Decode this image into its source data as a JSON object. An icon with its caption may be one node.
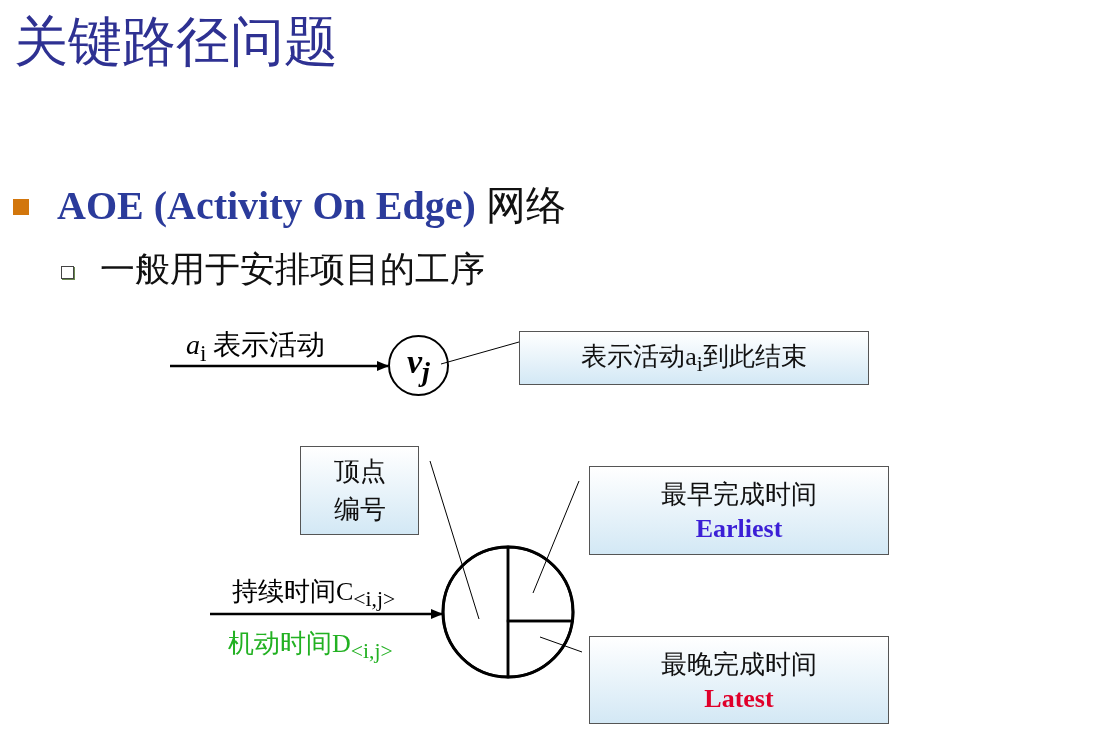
{
  "diagram": {
    "title": "关键路径问题",
    "nodes": [
      {
        "text": [
          "v$_{j}$"
        ]
      },
      {
        "text": [
          "表示活动a$_{i}$到此结束"
        ]
      },
      {
        "text": [
          "顶点编号"
        ]
      },
      {
        "text": [
          "最早完成时间",
          "Earliest"
        ]
      },
      {
        "text": [
          "最晚完成时间",
          "Latest"
        ]
      },
      {
        "text": [],
        "shape": "circle"
      },
      {
        "text": [],
        "shape": "sector",
        "in": 5
      },
      {
        "text": [],
        "shape": "sector",
        "in": 5
      },
      {
        "text": [],
        "shape": "sector",
        "in": 5
      }
    ],
    "edges": [
      {
        "from": null,
        "to": 0,
        "arrow": "to",
        "label": "*a*$_{i}$ 表示活动"
      },
      {
        "from": 1,
        "to": 0,
        "arrow": "none"
      },
      {
        "from": 2,
        "to": 6,
        "arrow": "none"
      },
      {
        "from": 3,
        "to": 7,
        "arrow": "none"
      },
      {
        "from": 4,
        "to": 8,
        "arrow": "none"
      },
      {
        "from": null,
        "to": 5,
        "arrow": "to",
        "label": "持续时间C$_{<i,j>}$"
      }
    ],
    "labels": [
      "**AOE (Activity On Edge)** 网络",
      "一般用于安排项目的工序",
      "机动时间D$_{<i,j>}$"
    ]
  }
}
